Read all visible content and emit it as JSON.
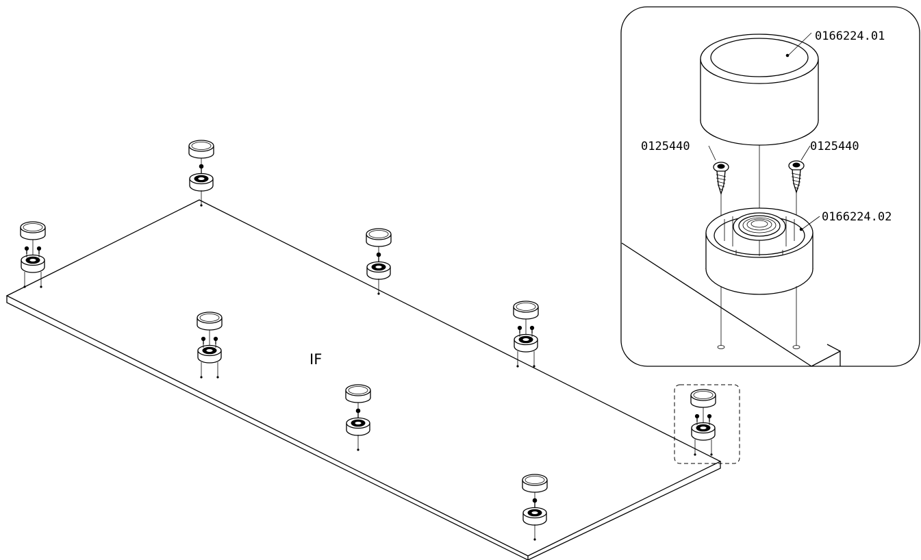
{
  "panel_label": "IF",
  "callouts": {
    "cap": "0166224.01",
    "screw_left": "0125440",
    "screw_right": "0125440",
    "base": "0166224.02"
  },
  "colors": {
    "stroke": "#000000",
    "background": "#ffffff"
  }
}
